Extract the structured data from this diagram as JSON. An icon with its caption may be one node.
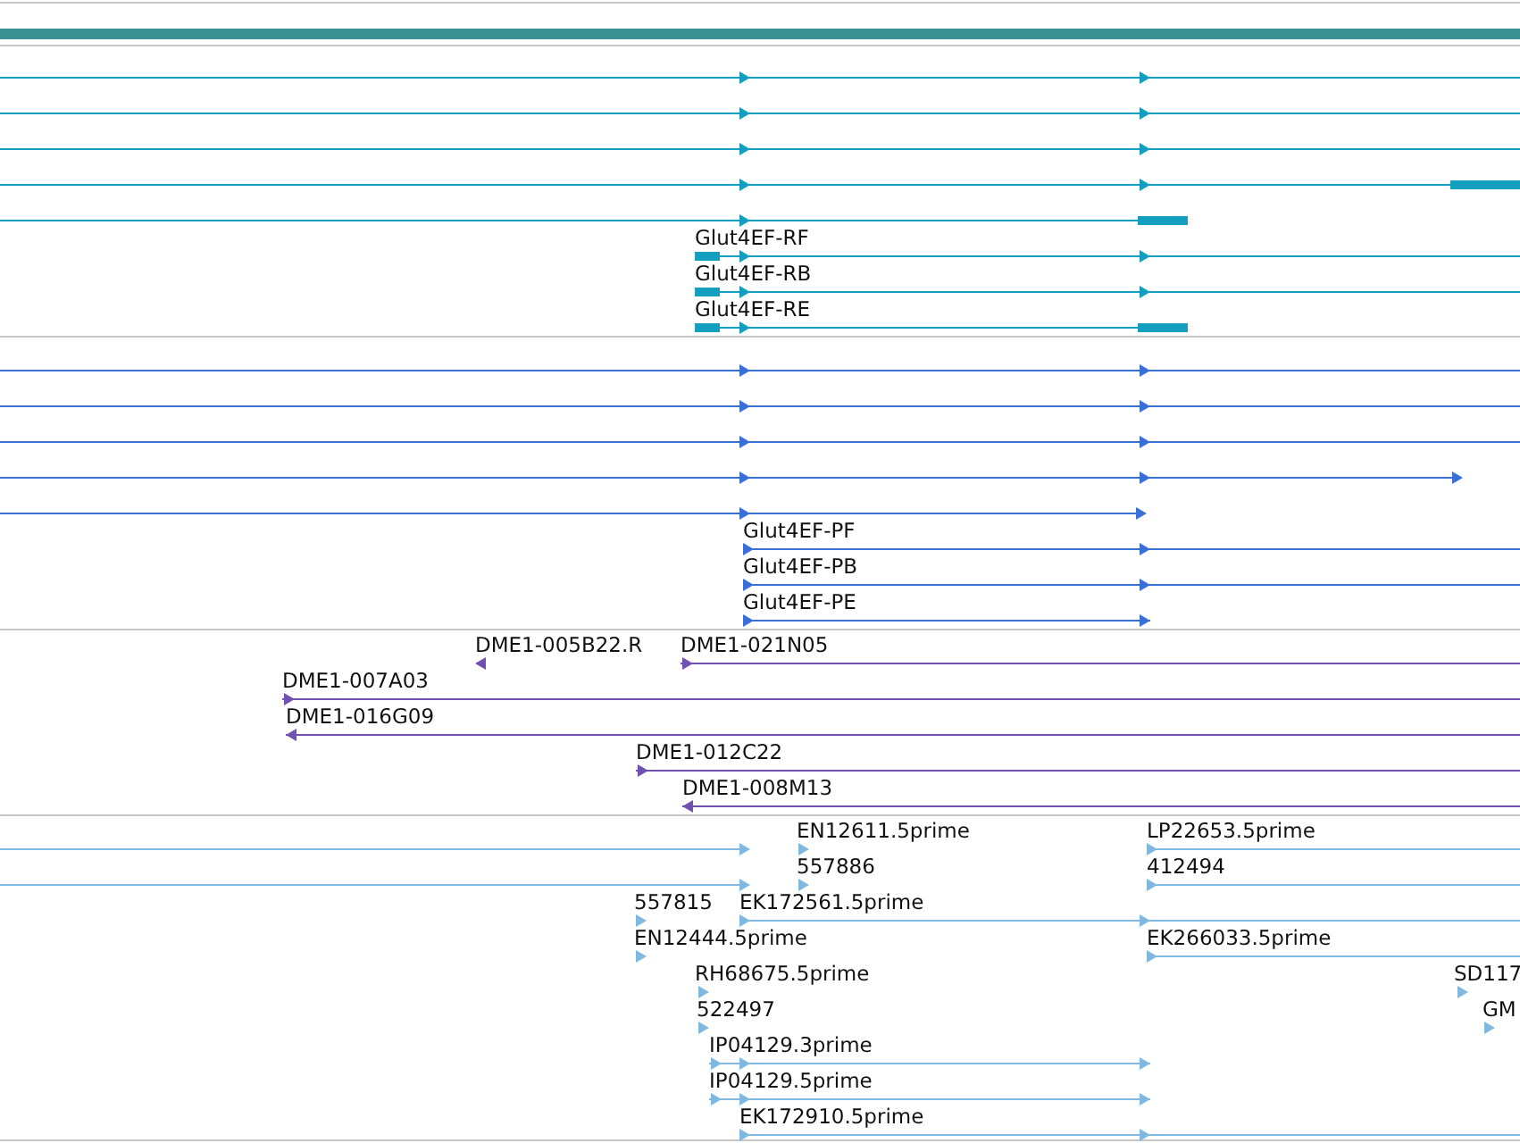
{
  "diagram": {
    "labels": [
      "Glut4EF-RF",
      "Glut4EF-RB",
      "Glut4EF-RE",
      "Glut4EF-PF",
      "Glut4EF-PB",
      "Glut4EF-PE",
      "DME1-005B22.R",
      "DME1-021N05",
      "DME1-007A03",
      "DME1-016G09",
      "DME1-012C22",
      "DME1-008M13",
      "EN12611.5prime",
      "LP22653.5prime",
      "557886",
      "412494",
      "557815",
      "EK172561.5prime",
      "EN12444.5prime",
      "EK266033.5prime",
      "RH68675.5prime",
      "SD117",
      "522497",
      "GM",
      "IP04129.3prime",
      "IP04129.5prime",
      "EK172910.5prime"
    ]
  }
}
